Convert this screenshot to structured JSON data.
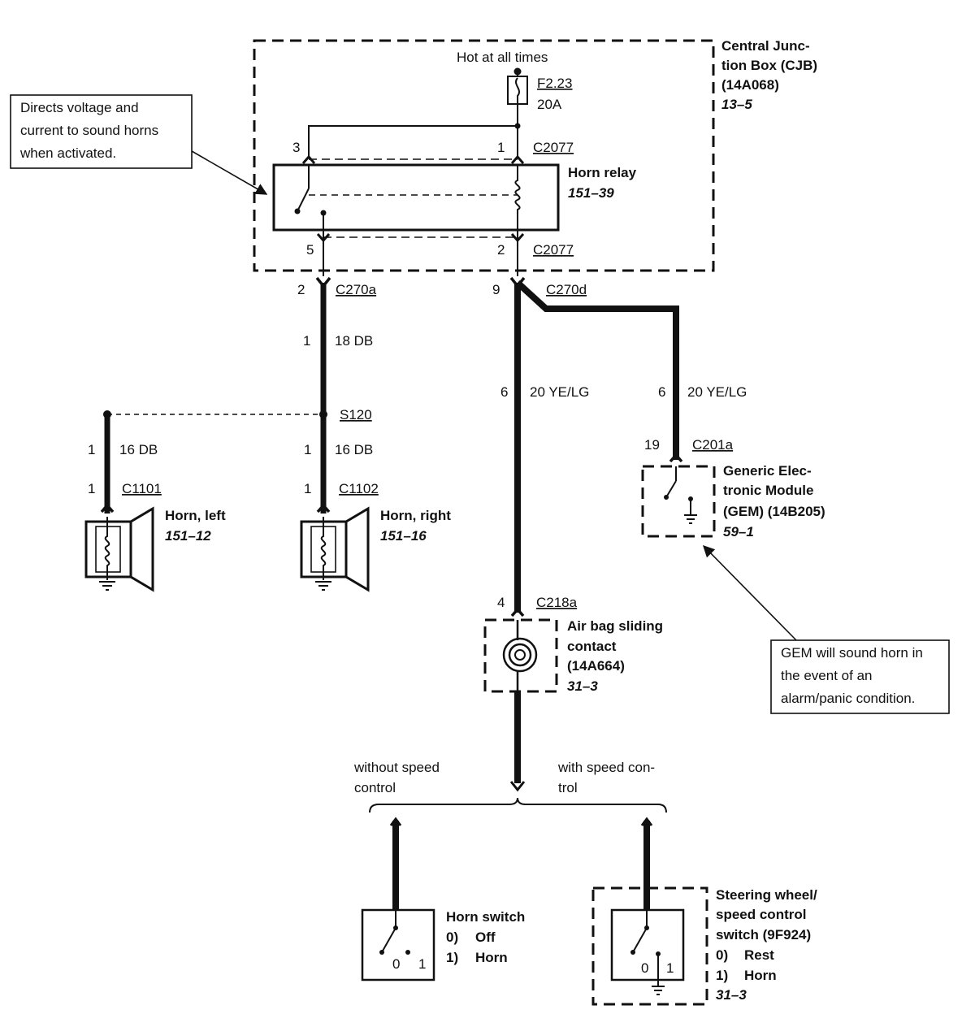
{
  "cjb": {
    "l1": "Central Junc-",
    "l2": "tion Box (CJB)",
    "l3": "(14A068)",
    "l4": "13–5"
  },
  "hot": "Hot at all times",
  "fuse": {
    "name": "F2.23",
    "rating": "20A"
  },
  "note_left": {
    "l1": "Directs voltage and",
    "l2": "current to sound horns",
    "l3": "when activated."
  },
  "relay": {
    "pin3": "3",
    "pin1": "1",
    "pin5": "5",
    "pin2": "2",
    "conn_top": "C2077",
    "conn_bot": "C2077",
    "name": "Horn relay",
    "ref": "151–39"
  },
  "c270a": {
    "pin": "2",
    "name": "C270a"
  },
  "c270d": {
    "pin": "9",
    "name": "C270d"
  },
  "wire_18db": {
    "pin": "1",
    "label": "18 DB"
  },
  "wire_yelg_a": {
    "pin": "6",
    "label": "20 YE/LG"
  },
  "wire_yelg_b": {
    "pin": "6",
    "label": "20 YE/LG"
  },
  "splice": "S120",
  "horn_left": {
    "wire_pin": "1",
    "wire": "16 DB",
    "conn_pin": "1",
    "conn": "C1101",
    "name": "Horn, left",
    "ref": "151–12"
  },
  "horn_right": {
    "wire_pin": "1",
    "wire": "16 DB",
    "conn_pin": "1",
    "conn": "C1102",
    "name": "Horn, right",
    "ref": "151–16"
  },
  "gem": {
    "pin": "19",
    "conn": "C201a",
    "l1": "Generic Elec-",
    "l2": "tronic Module",
    "l3": "(GEM) (14B205)",
    "ref": "59–1"
  },
  "note_right": {
    "l1": "GEM will sound horn in",
    "l2": "the event of an",
    "l3": "alarm/panic condition."
  },
  "airbag": {
    "pin": "4",
    "conn": "C218a",
    "l1": "Air bag sliding",
    "l2": "contact",
    "l3": "(14A664)",
    "ref": "31–3"
  },
  "branch_left": {
    "l1": "without speed",
    "l2": "control"
  },
  "branch_right": {
    "l1": "with speed con-",
    "l2": "trol"
  },
  "horn_switch": {
    "name": "Horn switch",
    "s0": "0)",
    "s0v": "Off",
    "s1": "1)",
    "s1v": "Horn",
    "p0": "0",
    "p1": "1"
  },
  "steering_switch": {
    "l1": "Steering wheel/",
    "l2": "speed control",
    "l3": "switch (9F924)",
    "s0": "0)",
    "s0v": "Rest",
    "s1": "1)",
    "s1v": "Horn",
    "ref": "31–3",
    "p0": "0",
    "p1": "1"
  }
}
